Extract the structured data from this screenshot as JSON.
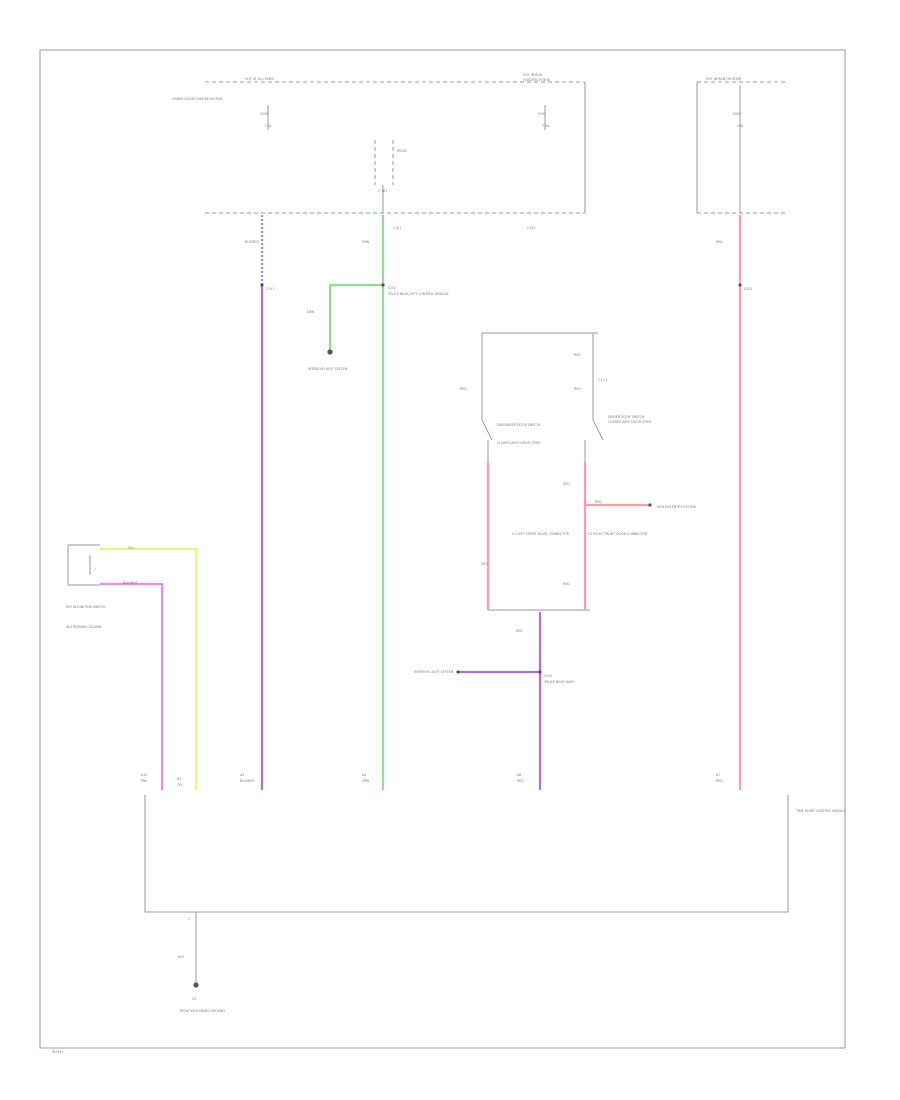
{
  "diagram": {
    "labels": {
      "hot_at_all_times": "HOT AT ALL TIMES",
      "hot_in_run": "HOT IN RUN",
      "hot_in_run_start": "HOT IN RUN OR START",
      "fuse_relay_box": "FUSE/RELAY BOX",
      "underhood_fuse_box": "UNDER-HOOD FUSE/RELAY BOX",
      "fuse_left": "FUSE",
      "fuse_left_amp": "7.5A",
      "fuse_mid": "FUSE",
      "fuse_mid_amp": "7.5A",
      "fuse_right": "FUSE",
      "fuse_right_amp": "10A",
      "relay": "RELAY",
      "relay_pin": "C 101",
      "conn_c101": "C101",
      "conn_c101b": "C101",
      "wire_blu_red": "BLU/RED",
      "wire_grn": "GRN",
      "wire_red_top": "RED",
      "wire_grn_br": "GRN",
      "splice_s101": "S101",
      "splice_s102": "S102",
      "splice_s103": "S103",
      "splice_note": "SPLICE NEAR LEFT CONTROL MODULE",
      "interior_light": "INTERIOR LIGHT SYSTEM",
      "switch_top_wire": "RED",
      "switch_wire_left": "RED",
      "switch_wire_right": "RED",
      "switch_left": "PASSENGER DOOR SWITCH",
      "switch_left_note": "CLOSED WITH DOOR OPEN",
      "switch_right": "DRIVER DOOR SWITCH",
      "switch_right_note": "CLOSED WITH DOOR OPEN",
      "switch_right_pin": "C1 C2",
      "wire_red_mid": "RED",
      "wire_red_mid2": "RED",
      "keyless_entry": "KEYLESS ENTRY SYSTEM",
      "switch_note_left": "C1 LEFT FRONT DOOR CONNECTOR",
      "switch_note_right": "C2 RIGHT FRONT DOOR CONNECTOR",
      "wire_red_lower_l": "RED",
      "wire_red_lower_r": "RED",
      "wire_red_center": "RED",
      "splice_s104": "S104",
      "splice_s104_note": "SPLICE NEAR DASH",
      "interior_light2": "INTERIOR LIGHT SYSTEM",
      "sensor_pin": "1",
      "sensor_yel": "YEL",
      "sensor_blk": "BLK/WHT",
      "sensor_name": "KEY IN IGNITION SWITCH",
      "sensor_note": "IN STEERING COLUMN",
      "term_a": "A10",
      "term_a_wire": "PNK",
      "term_b": "B1",
      "term_b_wire": "YEL",
      "term_c": "A3",
      "term_c_wire": "BLU/RED",
      "term_d": "A4",
      "term_d_wire": "GRN",
      "term_e": "A6",
      "term_e_wire": "RED",
      "term_f": "A7",
      "term_f_wire": "RED",
      "module_name": "TIME ALERT CONTROL MODULE",
      "ground_pin": "1",
      "ground_wire": "BLK",
      "ground_name": "G1",
      "ground_note": "RIGHT KICK PANEL GROUND",
      "footer_code": "W2391"
    },
    "colors": {
      "blue": "#8a8ee8",
      "violet": "#b070d0",
      "green": "#8ee08e",
      "red": "#f4a0a8",
      "pink": "#e88ee8",
      "yellow": "#f0f080",
      "gray": "#9a9a9a"
    }
  }
}
